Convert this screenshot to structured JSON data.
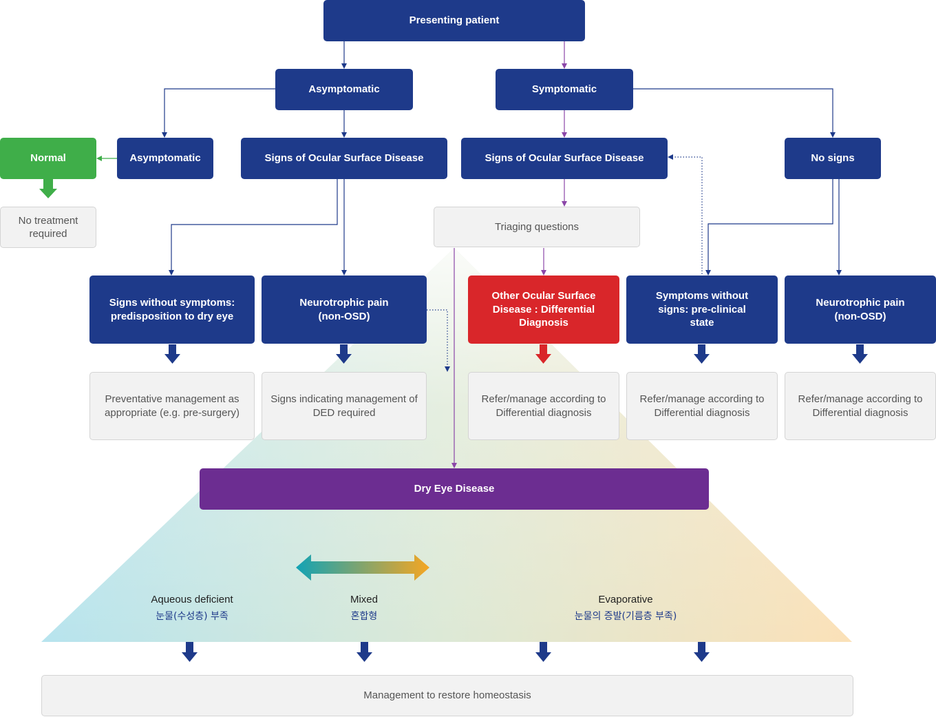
{
  "nodes": {
    "presenting_patient": "Presenting patient",
    "asymptomatic_top": "Asymptomatic",
    "symptomatic": "Symptomatic",
    "normal": "Normal",
    "asymptomatic_sub": "Asymptomatic",
    "signs_osd_left": "Signs of Ocular Surface Disease",
    "signs_osd_right": "Signs of Ocular Surface Disease",
    "no_signs": "No signs",
    "no_treatment": "No treatment required",
    "triaging": "Triaging questions",
    "signs_without_symptoms": "Signs without symptoms: predisposition to dry eye",
    "neurotrophic_left": "Neurotrophic pain (non-OSD)",
    "other_osd": "Other Ocular Surface Disease : Differential Diagnosis",
    "symptoms_without_signs": "Symptoms without signs: pre-clinical state",
    "neurotrophic_right": "Neurotrophic pain (non-OSD)",
    "preventative": "Preventative management as appropriate (e.g. pre-surgery)",
    "signs_indicating": "Signs indicating management of DED required",
    "refer_1": "Refer/manage according to Differential diagnosis",
    "refer_2": "Refer/manage according to Differential diagnosis",
    "refer_3": "Refer/manage according to Differential diagnosis",
    "dry_eye": "Dry Eye Disease",
    "management": "Management to restore homeostasis"
  },
  "subtypes": {
    "aqueous_en": "Aqueous deficient",
    "aqueous_ko": "눈물(수성층) 부족",
    "mixed_en": "Mixed",
    "mixed_ko": "혼합형",
    "evaporative_en": "Evaporative",
    "evaporative_ko": "눈물의 증발(기름층 부족)"
  },
  "colors": {
    "navy": "#1e3a8a",
    "green": "#3fae49",
    "red": "#d9262a",
    "purple": "#6c2d91",
    "grey_box": "#f2f2f2",
    "connector_navy": "#1e3a8a",
    "connector_purple": "#8b46a8"
  }
}
